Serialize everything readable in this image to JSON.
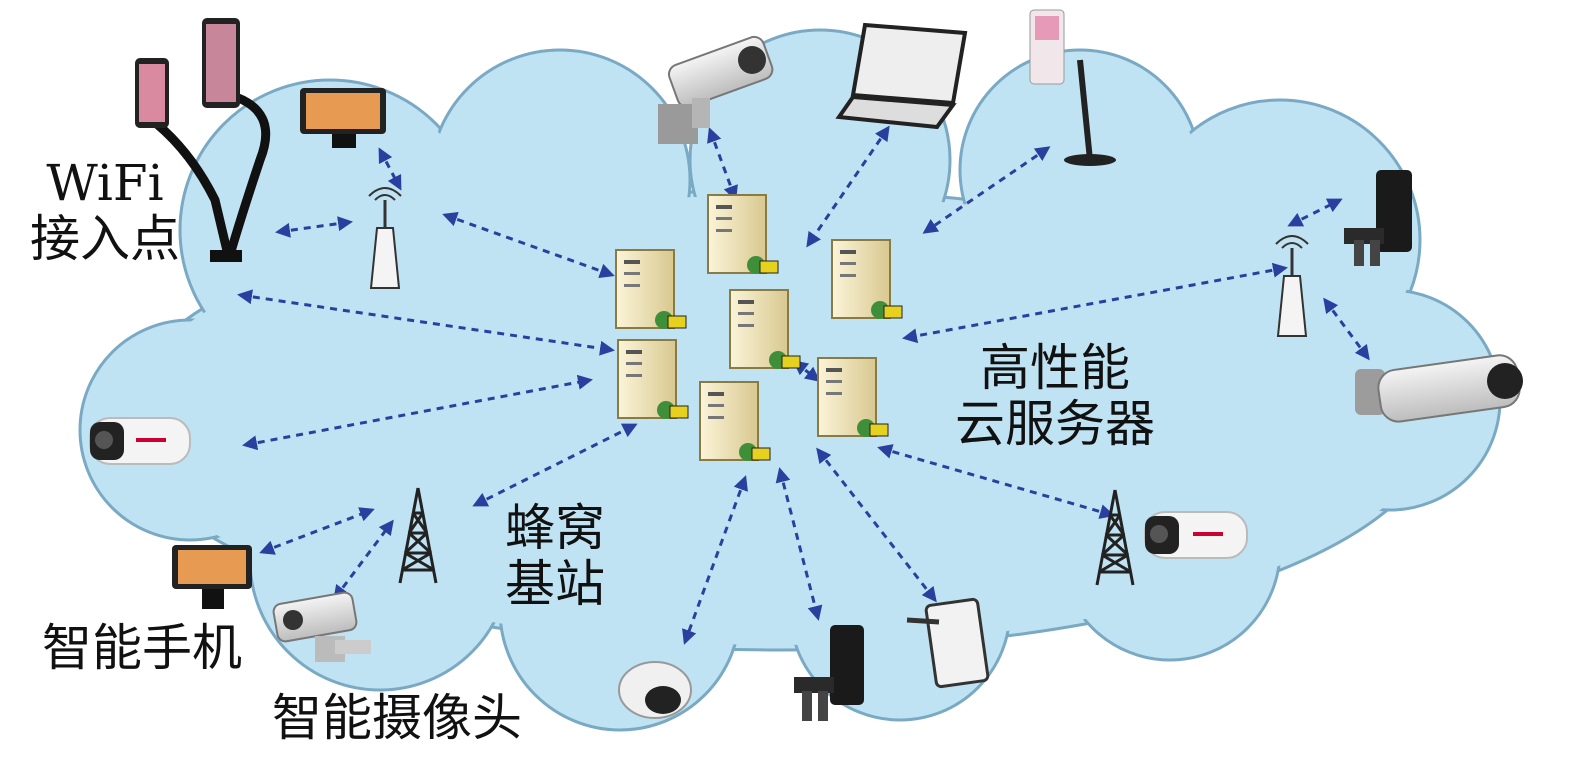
{
  "labels": {
    "wifi": [
      "WiFi",
      "接入点"
    ],
    "cloud_server": [
      "高性能",
      "云服务器"
    ],
    "cellular": [
      "蜂窝",
      "基站"
    ],
    "smartphone": "智能手机",
    "smart_camera": "智能摄像头"
  },
  "icons": {
    "server": "server-icon",
    "wifi_ap": "wifi-access-point-icon",
    "cell_tower": "cell-tower-icon",
    "phone": "smartphone-icon",
    "camera": "camera-icon",
    "laptop": "laptop-icon",
    "tablet": "tablet-icon"
  },
  "colors": {
    "cloud_fill": "#bfe3f3",
    "cloud_stroke": "#7aa9c4",
    "arrow": "#2b3f9e",
    "server_body": "#f1e7bf"
  }
}
